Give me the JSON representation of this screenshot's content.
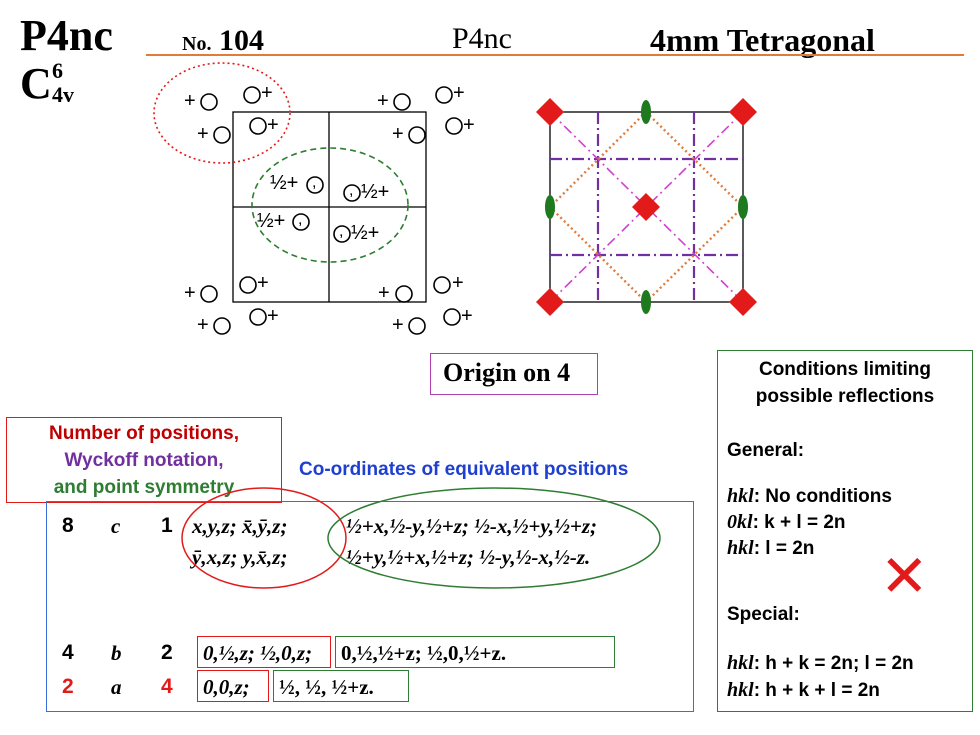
{
  "header": {
    "symbol_main": "P4nc",
    "schoenflies_base": "C",
    "schoenflies_sup": "6",
    "schoenflies_sub": "4v",
    "number_prefix": "No.",
    "number": "104",
    "symbol_center": "P4nc",
    "class_label": "4mm  Tetragonal",
    "rule_color": "#E07B39"
  },
  "general_positions": {
    "plus": "+",
    "half_plus": "½+",
    "comma": ","
  },
  "origin_label": "Origin on 4",
  "wyckoff_legend": {
    "line1": "Number of positions,",
    "line2": "Wyckoff notation,",
    "line3": "and point symmetry",
    "colors": {
      "line1": "#C00000",
      "line2": "#7030A0",
      "line3": "#2E7D32"
    }
  },
  "coordinates_title": "Co-ordinates of equivalent positions",
  "positions_table": {
    "rows": [
      {
        "mult": "8",
        "letter": "c",
        "sym": "1",
        "coords_line1_a": "x,y,z;  x̄,ȳ,z;",
        "coords_line1_b": "½+x,½-y,½+z;  ½-x,½+y,½+z;",
        "coords_line2_a": "ȳ,x,z;  y,x̄,z;",
        "coords_line2_b": "½+y,½+x,½+z;  ½-y,½-x,½-z."
      },
      {
        "mult": "4",
        "letter": "b",
        "sym": "2",
        "coords_a": "0,½,z;  ½,0,z;",
        "coords_b": "0,½,½+z;  ½,0,½+z."
      },
      {
        "mult": "2",
        "letter": "a",
        "sym": "4",
        "coords_a": "0,0,z;",
        "coords_b": "½, ½, ½+z."
      }
    ]
  },
  "conditions": {
    "title_line1": "Conditions limiting",
    "title_line2": "possible reflections",
    "general_label": "General:",
    "general_rows": [
      {
        "idx": "hkl",
        "text": ": No conditions"
      },
      {
        "idx": "0kl",
        "text": ": k + l = 2n"
      },
      {
        "idx": "hkl",
        "text": ": l = 2n"
      }
    ],
    "special_label": "Special:",
    "special_rows": [
      {
        "idx": "hkl",
        "text": ": h + k = 2n; l = 2n"
      },
      {
        "idx": "hkl",
        "text": ": h + k + l = 2n"
      }
    ],
    "cross_mark": "✕"
  },
  "colors": {
    "red": "#E31A1A",
    "green": "#2E7D32",
    "blue": "#3A6FD8",
    "purple": "#7030A0",
    "magenta": "#D040D0",
    "orange": "#E07B39",
    "olive_green": "#1F7A1F"
  }
}
